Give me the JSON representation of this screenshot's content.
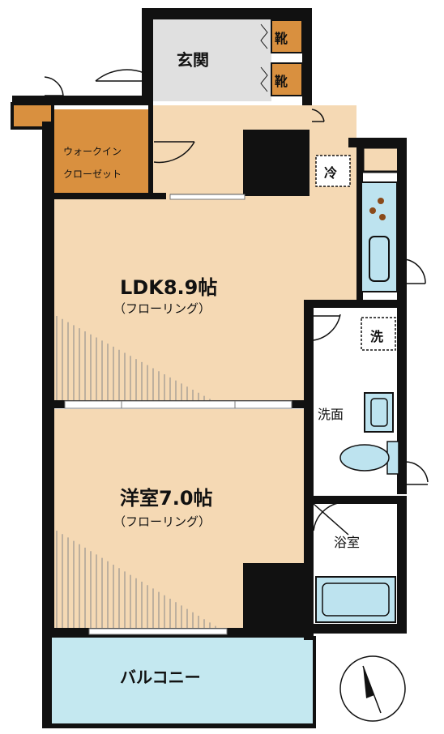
{
  "rooms": {
    "entrance": "玄関",
    "shoe_top": "靴",
    "shoe_bottom": "靴",
    "walk_in_line1": "ウォークイン",
    "walk_in_line2": "クローゼット",
    "ldk": "LDK8.9帖",
    "ldk_floor": "（フローリング）",
    "western": "洋室7.0帖",
    "western_floor": "（フローリング）",
    "fridge": "冷",
    "washer": "洗",
    "washroom": "洗面",
    "bathroom": "浴室",
    "balcony": "バルコニー"
  },
  "colors": {
    "floor": "#f5d9b4",
    "entrance": "#e0e0e0",
    "storage": "#d9903f",
    "wet": "#ffffff",
    "fixture": "#bde3ef",
    "balcony": "#c4e8f0",
    "wall": "#111111"
  },
  "icons": [
    "compass-icon",
    "stove-icon",
    "sink-icon",
    "toilet-icon",
    "bathtub-icon",
    "door-swing-icon"
  ]
}
